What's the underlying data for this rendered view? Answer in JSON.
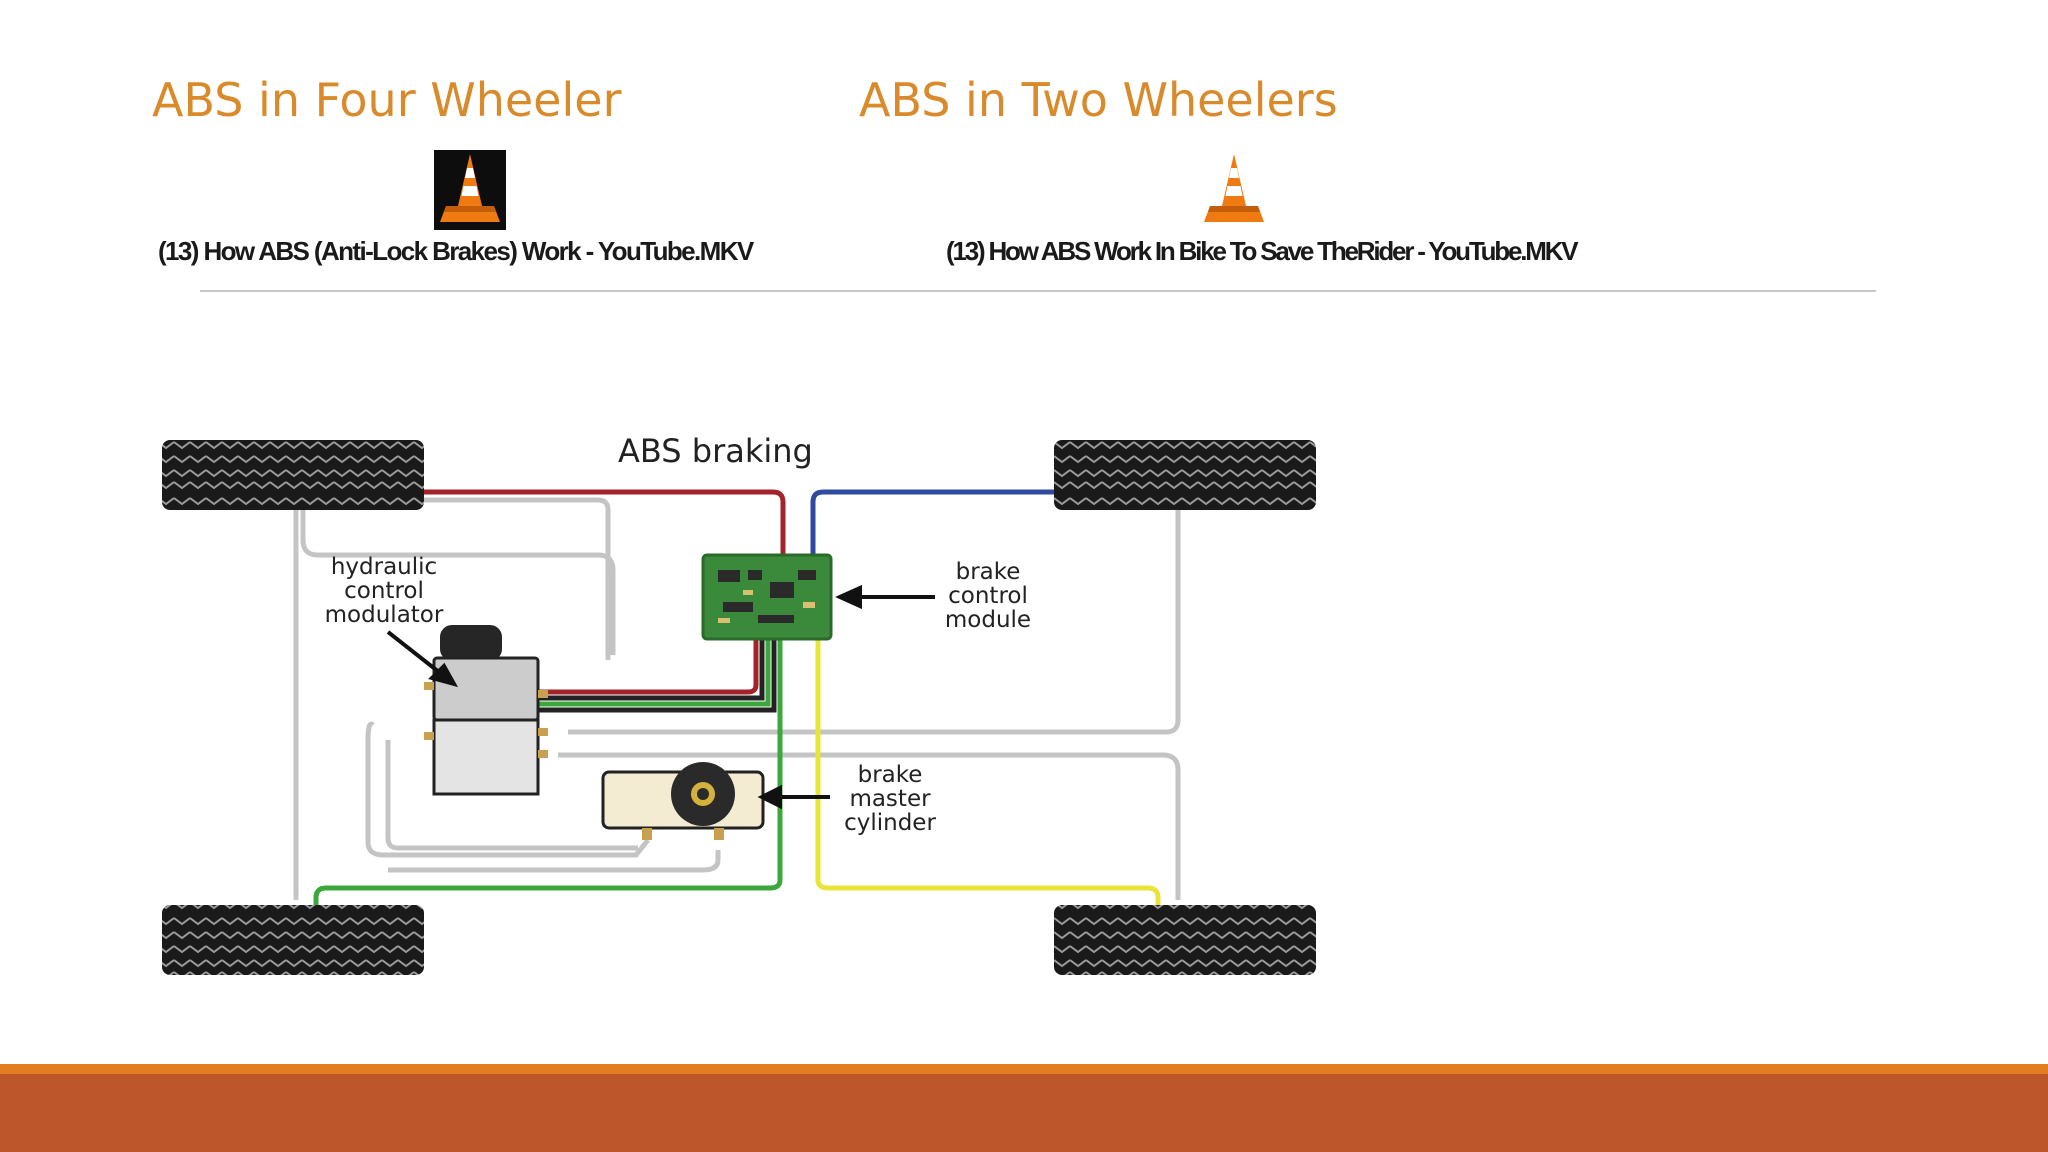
{
  "slide": {
    "title_left": "ABS in Four Wheeler",
    "title_right": "ABS in Two Wheelers"
  },
  "media": [
    {
      "icon": "vlc-cone-icon",
      "caption": "(13) How ABS (Anti-Lock Brakes) Work - YouTube.MKV"
    },
    {
      "icon": "vlc-cone-icon",
      "caption": "(13) How ABS Work In Bike To Save TheRider - YouTube.MKV"
    }
  ],
  "diagram": {
    "title": "ABS braking",
    "labels": {
      "hydraulic": [
        "hydraulic",
        "control",
        "modulator"
      ],
      "brake_control": [
        "brake",
        "control",
        "module"
      ],
      "master": [
        "brake",
        "master",
        "cylinder"
      ]
    }
  },
  "colors": {
    "title": "#d98a2b",
    "footer_stripe": "#e47d1f",
    "footer_band": "#bd562a",
    "line_red": "#a3232b",
    "line_blue": "#2f4aa0",
    "line_yellow": "#e9e43a",
    "line_green": "#3aa83a",
    "line_gray": "#c4c4c4"
  }
}
